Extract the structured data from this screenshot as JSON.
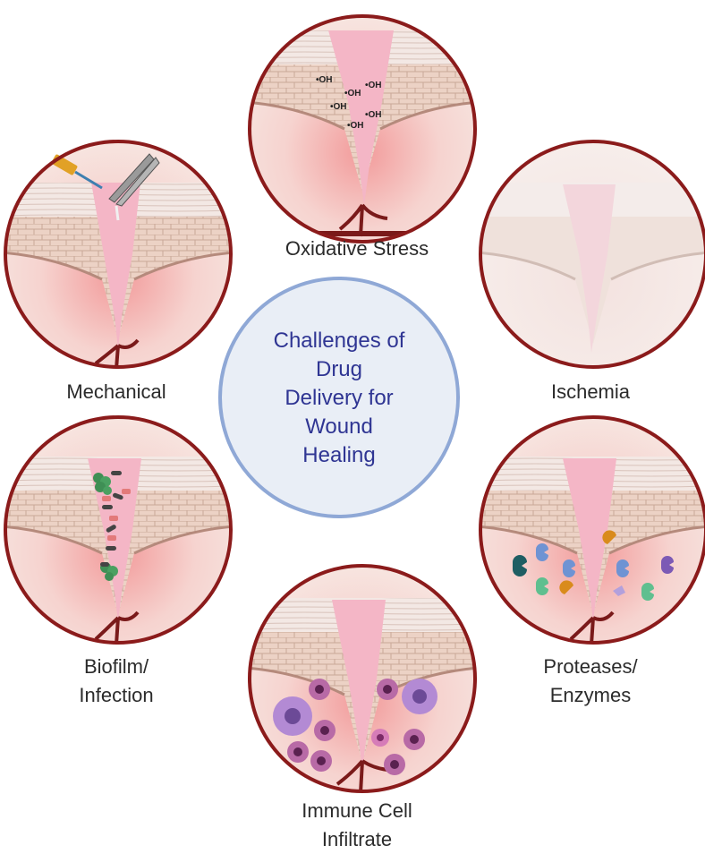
{
  "center": {
    "lines": [
      "Challenges of",
      "Drug",
      "Delivery for",
      "Wound",
      "Healing"
    ]
  },
  "panels": {
    "oxidative": {
      "label": "Oxidative Stress",
      "radical": "•OH"
    },
    "mechanical": {
      "label": "Mechanical"
    },
    "ischemia": {
      "label": "Ischemia"
    },
    "biofilm": {
      "label_lines": [
        "Biofilm/",
        "Infection"
      ]
    },
    "proteases": {
      "label_lines": [
        "Proteases/",
        "Enzymes"
      ]
    },
    "immune": {
      "label_lines": [
        "Immune Cell",
        "Infiltrate"
      ]
    }
  },
  "colors": {
    "ring": "#8b1b1b",
    "center_fill": "#e9eef6",
    "center_ring": "#8fa8d6",
    "center_text": "#2f3593",
    "wound": "#f4b6c6",
    "dermis": "#f6ded8",
    "vessel": "#7a1a1a"
  }
}
